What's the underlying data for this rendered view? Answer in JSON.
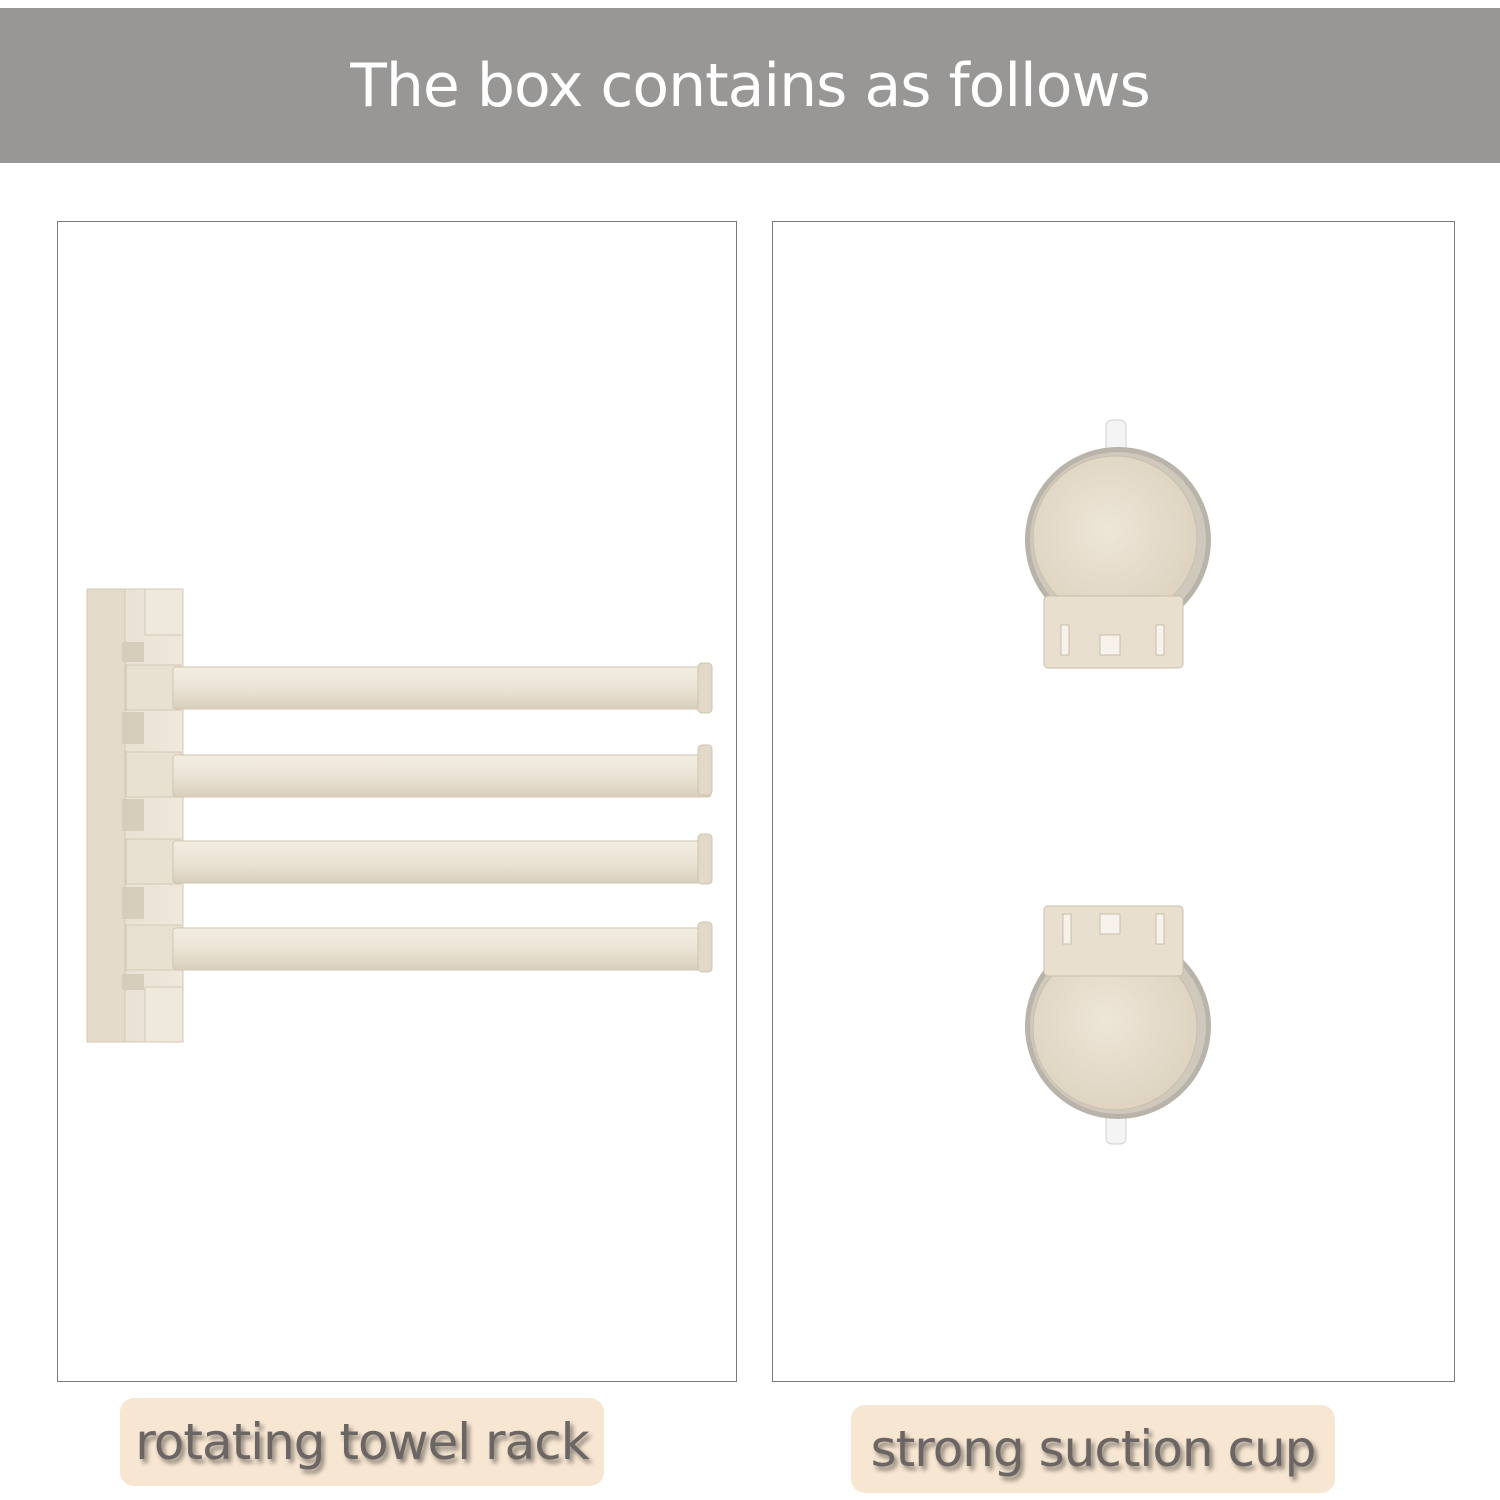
{
  "header": {
    "title": "The box contains as follows"
  },
  "items": [
    {
      "label": "rotating towel rack",
      "icon": "towel-rack-icon"
    },
    {
      "label": "strong suction cup",
      "icon": "suction-cup-icon"
    }
  ],
  "colors": {
    "banner": "#999795",
    "product": "#ebe2d3",
    "label_background": "#f7e6d2",
    "label_text": "#6b6663"
  }
}
